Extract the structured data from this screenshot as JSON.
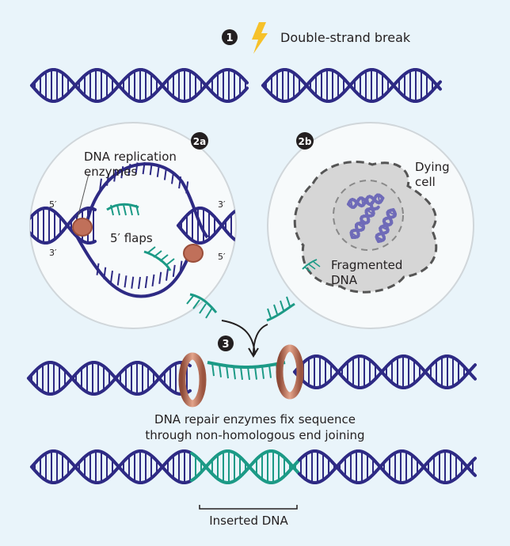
{
  "colors": {
    "background": "#e9f4fa",
    "dna_strand": "#2e2a84",
    "inserted_dna": "#1c9a86",
    "enzyme": "#c0705a",
    "bolt": "#f6c12a",
    "badge": "#231f20",
    "cell_fill": "#d6d6d6",
    "inset_circle": "#f7fafb"
  },
  "step1": {
    "badge": "1",
    "label": "Double-strand break",
    "icon": "lightning-bolt-icon"
  },
  "step2a": {
    "badge": "2a",
    "enzymes_label_line1": "DNA replication",
    "enzymes_label_line2": "enzymes",
    "flaps_label": "5′ flaps",
    "end_top_left": "5′",
    "end_bottom_left": "3′",
    "end_top_right": "3′",
    "end_bottom_right": "5′"
  },
  "step2b": {
    "badge": "2b",
    "cell_label_line1": "Dying",
    "cell_label_line2": "cell",
    "fragment_label_line1": "Fragmented",
    "fragment_label_line2": "DNA"
  },
  "step3": {
    "badge": "3",
    "caption_line1": "DNA repair enzymes fix sequence",
    "caption_line2": "through non-homologous end joining"
  },
  "result": {
    "bracket_label": "Inserted DNA"
  }
}
